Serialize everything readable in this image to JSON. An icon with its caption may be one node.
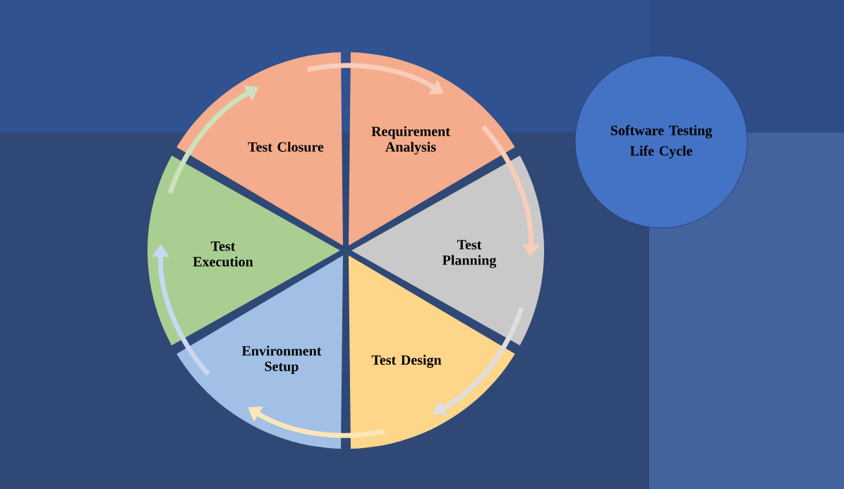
{
  "diagram": {
    "nodes": [
      {
        "text": [
          "Requirement Analysis"
        ]
      },
      {
        "text": [
          "Test Planning"
        ]
      },
      {
        "text": [
          "Test Design"
        ]
      },
      {
        "text": [
          "Environment Setup"
        ]
      },
      {
        "text": [
          "Test Execution"
        ]
      },
      {
        "text": [
          "Test Closure"
        ]
      },
      {
        "text": [
          "Software Testing Life Cycle"
        ]
      }
    ],
    "edges": [
      {
        "from": 0,
        "to": 1,
        "arrow": "to"
      },
      {
        "from": 1,
        "to": 2,
        "arrow": "to"
      },
      {
        "from": 2,
        "to": 3,
        "arrow": "to"
      },
      {
        "from": 3,
        "to": 4,
        "arrow": "to"
      },
      {
        "from": 4,
        "to": 5,
        "arrow": "to"
      },
      {
        "from": 5,
        "to": 0,
        "arrow": "to"
      }
    ]
  }
}
